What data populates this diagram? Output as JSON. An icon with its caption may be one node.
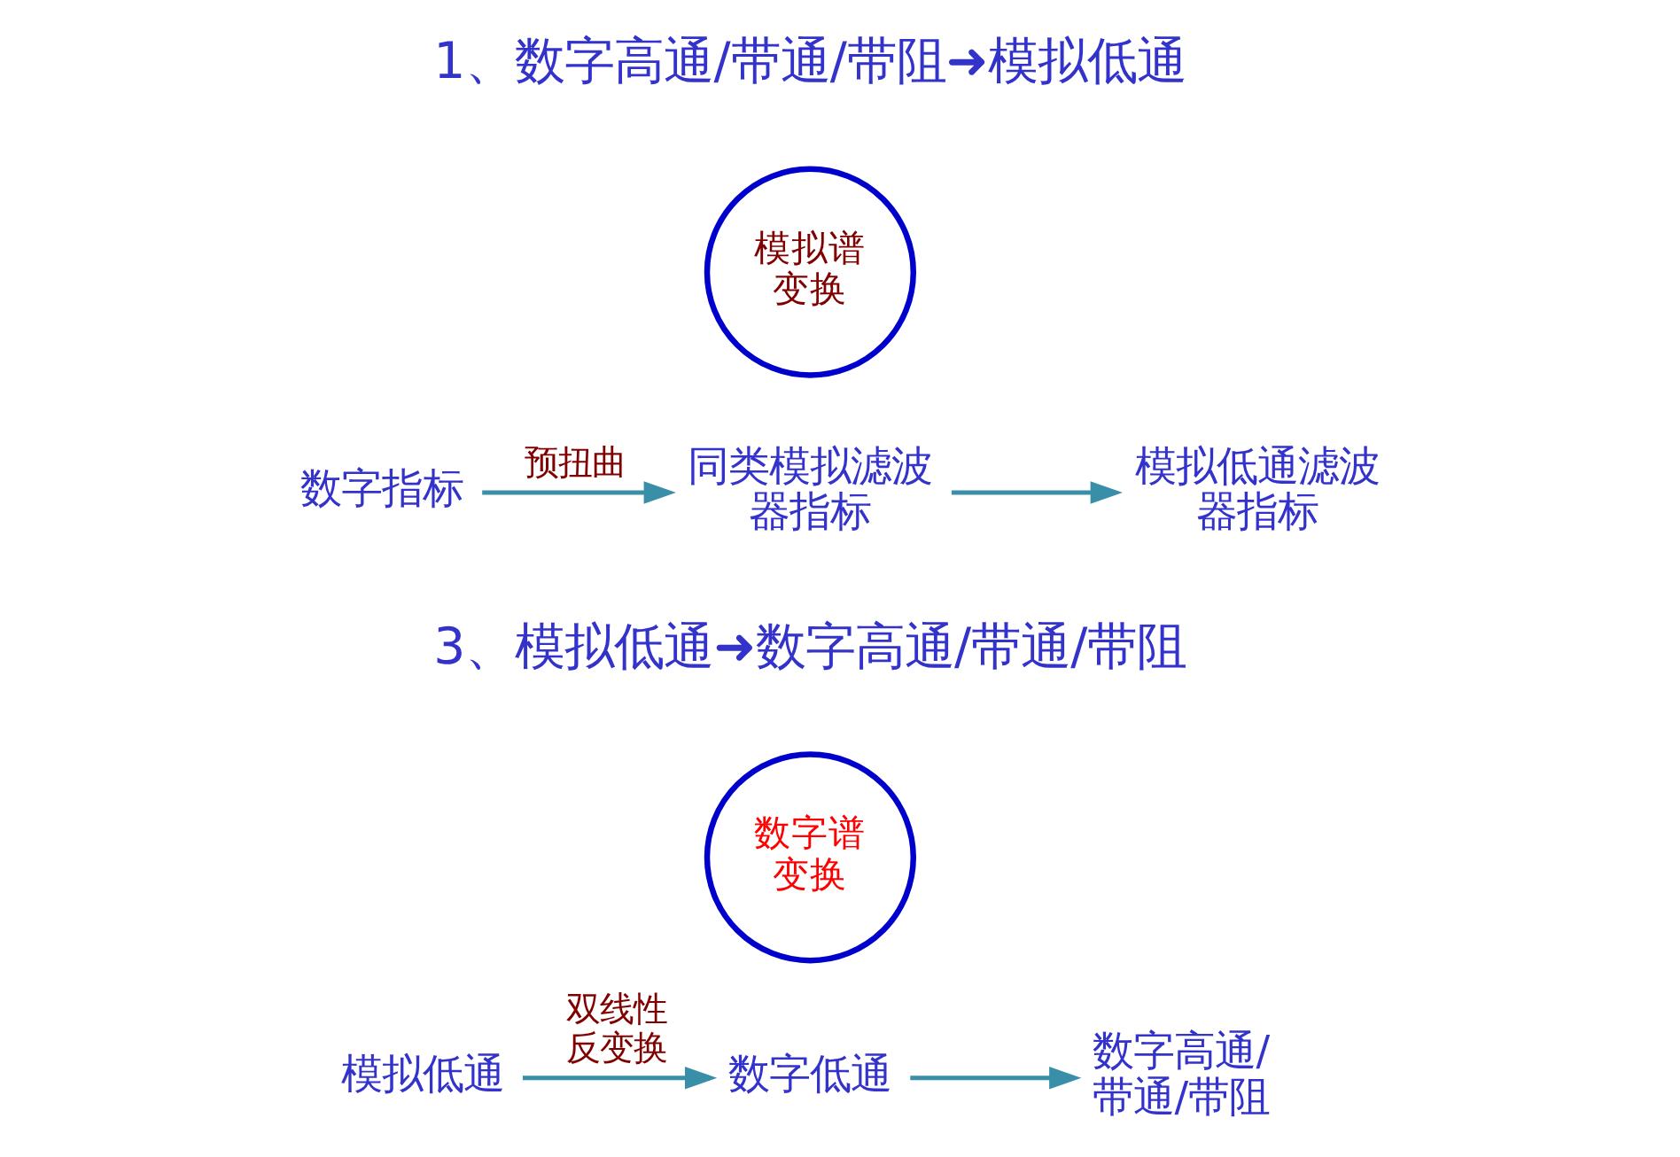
{
  "diagram": {
    "nodes": [
      {
        "text": [
          "模拟谱变换"
        ]
      },
      {
        "text": [
          "数字指标"
        ]
      },
      {
        "text": [
          "同类模拟滤波器指标"
        ]
      },
      {
        "text": [
          "模拟低通滤波器指标"
        ]
      },
      {
        "text": [
          "数字谱变换"
        ]
      },
      {
        "text": [
          "模拟低通"
        ]
      },
      {
        "text": [
          "数字低通"
        ]
      },
      {
        "text": [
          "数字高通/带通/带阻"
        ]
      }
    ],
    "edges": [
      {
        "from": 1,
        "to": 2,
        "arrow": "to",
        "label": "预扭曲"
      },
      {
        "from": 2,
        "to": 3,
        "arrow": "to"
      },
      {
        "from": 5,
        "to": 6,
        "arrow": "to",
        "label": "双线性反变换"
      },
      {
        "from": 6,
        "to": 7,
        "arrow": "to"
      }
    ],
    "labels": [
      "1、数字高通/带通/带阻➜模拟低通",
      "3、模拟低通➜数字高通/带通/带阻"
    ]
  }
}
